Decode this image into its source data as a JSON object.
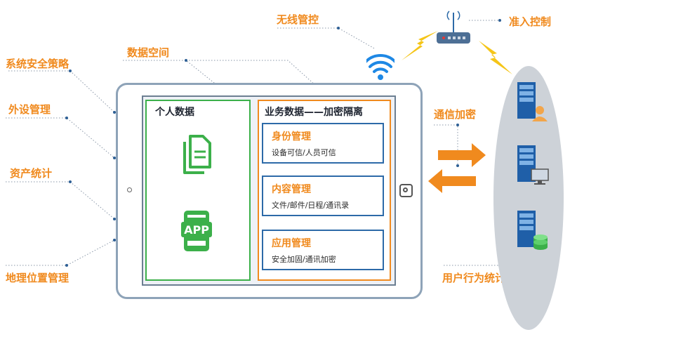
{
  "labels": {
    "system_policy": "系统安全策略",
    "peripheral": "外设管理",
    "asset": "资产统计",
    "geo": "地理位置管理",
    "data_space": "数据空间",
    "wireless": "无线管控",
    "access": "准入控制",
    "comm_encrypt": "通信加密",
    "user_behavior": "用户行为统计"
  },
  "personal": {
    "title": "个人数据",
    "app_icon_text": "APP"
  },
  "business": {
    "title": "业务数据——加密隔离",
    "items": [
      {
        "title": "身份管理",
        "desc": "设备可信/人员可信"
      },
      {
        "title": "内容管理",
        "desc": "文件/邮件/日程/通讯录"
      },
      {
        "title": "应用管理",
        "desc": "安全加固/通讯加密"
      }
    ]
  },
  "colors": {
    "accent_orange": "#f08a1e",
    "personal_green": "#3cb04a",
    "blue_border": "#2d6aa8",
    "wifi_blue": "#1e88e5",
    "server_blue": "#1f5fa8"
  }
}
